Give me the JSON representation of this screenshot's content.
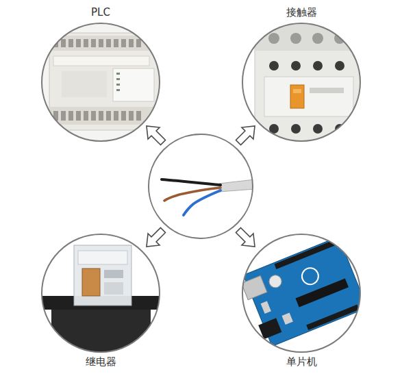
{
  "diagram": {
    "nodes": [
      {
        "text": [
          "PLC"
        ]
      },
      {
        "text": [
          "接触器"
        ]
      },
      {
        "text": [
          "继电器"
        ]
      },
      {
        "text": [
          "单片机"
        ]
      }
    ]
  }
}
